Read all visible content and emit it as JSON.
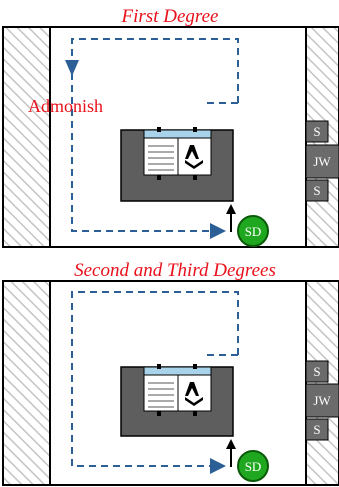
{
  "colors": {
    "heading": "#e8101a",
    "path": "#2c5f96",
    "altar": "#5e5e5e",
    "officer_box": "#6b6b6b",
    "sd_fill": "#1fa81f",
    "sd_stroke": "#0a5a0a",
    "hatch": "#c8c8c8",
    "book_cover": "#a9d3ea"
  },
  "panels": [
    {
      "heading": "First Degree",
      "annotation": "Admonish",
      "stations": {
        "s_top": "S",
        "jw": "JW",
        "s_bottom": "S"
      },
      "deacon": "SD"
    },
    {
      "heading": "Second and Third Degrees",
      "annotation": "",
      "stations": {
        "s_top": "S",
        "jw": "JW",
        "s_bottom": "S"
      },
      "deacon": "SD"
    }
  ]
}
